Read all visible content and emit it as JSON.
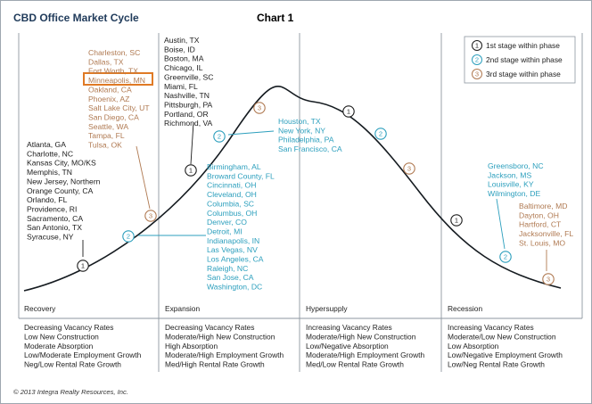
{
  "header": {
    "title": "CBD Office Market Cycle",
    "chart_label": "Chart 1"
  },
  "legend": [
    {
      "label": "1",
      "text": "1st stage within phase",
      "color": "#1c1c1c"
    },
    {
      "label": "2",
      "text": "2nd stage within phase",
      "color": "#2c9fbd"
    },
    {
      "label": "3",
      "text": "3rd stage within phase",
      "color": "#b07a52"
    }
  ],
  "colors": {
    "stage1": "#1c1c1c",
    "stage2": "#2c9fbd",
    "stage3": "#b07a52",
    "highlight": "#e07a25"
  },
  "markers": [
    {
      "label": "1",
      "stage": 1
    },
    {
      "label": "2",
      "stage": 2
    },
    {
      "label": "3",
      "stage": 3
    },
    {
      "label": "1",
      "stage": 1
    },
    {
      "label": "2",
      "stage": 2
    },
    {
      "label": "3",
      "stage": 3
    },
    {
      "label": "1",
      "stage": 1
    },
    {
      "label": "2",
      "stage": 2
    },
    {
      "label": "3",
      "stage": 3
    },
    {
      "label": "1",
      "stage": 1
    },
    {
      "label": "2",
      "stage": 2
    },
    {
      "label": "3",
      "stage": 3
    }
  ],
  "groups": {
    "recovery_stage1": [
      "Atlanta, GA",
      "Charlotte, NC",
      "Kansas City, MO/KS",
      "Memphis, TN",
      "New Jersey, Northern",
      "Orange County, CA",
      "Orlando, FL",
      "Providence, RI",
      "Sacramento, CA",
      "San Antonio, TX",
      "Syracuse, NY"
    ],
    "recovery_stage3": [
      "Charleston, SC",
      "Dallas, TX",
      "Fort Worth, TX",
      "Minneapolis, MN",
      "Oakland, CA",
      "Phoenix, AZ",
      "Salt Lake City, UT",
      "San Diego, CA",
      "Seattle, WA",
      "Tampa, FL",
      "Tulsa, OK"
    ],
    "expansion_stage1": [
      "Austin, TX",
      "Boise, ID",
      "Boston, MA",
      "Chicago, IL",
      "Greenville, SC",
      "Miami, FL",
      "Nashville, TN",
      "Pittsburgh, PA",
      "Portland, OR",
      "Richmond, VA"
    ],
    "expansion_stage2": [
      "Houston, TX",
      "New York, NY",
      "Philadelphia, PA",
      "San Francisco, CA"
    ],
    "recovery_stage2": [
      "Birmingham, AL",
      "Broward County, FL",
      "Cincinnati, OH",
      "Cleveland, OH",
      "Columbia, SC",
      "Columbus, OH",
      "Denver, CO",
      "Detroit, MI",
      "Indianapolis, IN",
      "Las Vegas, NV",
      "Los Angeles, CA",
      "Raleigh, NC",
      "San Jose, CA",
      "Washington, DC"
    ],
    "recession_stage2": [
      "Greensboro, NC",
      "Jackson, MS",
      "Louisville, KY",
      "Wilmington, DE"
    ],
    "recession_stage3": [
      "Baltimore, MD",
      "Dayton, OH",
      "Hartford, CT",
      "Jacksonville, FL",
      "St. Louis, MO"
    ]
  },
  "highlighted_city": "Minneapolis, MN",
  "phases": [
    {
      "name": "Recovery",
      "traits": [
        "Decreasing Vacancy Rates",
        "Low New Construction",
        "Moderate Absorption",
        "Low/Moderate Employment Growth",
        "Neg/Low Rental Rate Growth"
      ]
    },
    {
      "name": "Expansion",
      "traits": [
        "Decreasing Vacancy Rates",
        "Moderate/High New Construction",
        "High Absorption",
        "Moderate/High Employment Growth",
        "Med/High Rental Rate Growth"
      ]
    },
    {
      "name": "Hypersupply",
      "traits": [
        "Increasing Vacancy Rates",
        "Moderate/High New Construction",
        "Low/Negative Absorption",
        "Moderate/High Employment Growth",
        "Med/Low Rental Rate Growth"
      ]
    },
    {
      "name": "Recession",
      "traits": [
        "Increasing Vacancy Rates",
        "Moderate/Low New Construction",
        "Low Absorption",
        "Low/Negative Employment Growth",
        "Low/Neg Rental Rate Growth"
      ]
    }
  ],
  "footer": {
    "copyright": "© 2013 Integra Realty Resources, Inc."
  }
}
